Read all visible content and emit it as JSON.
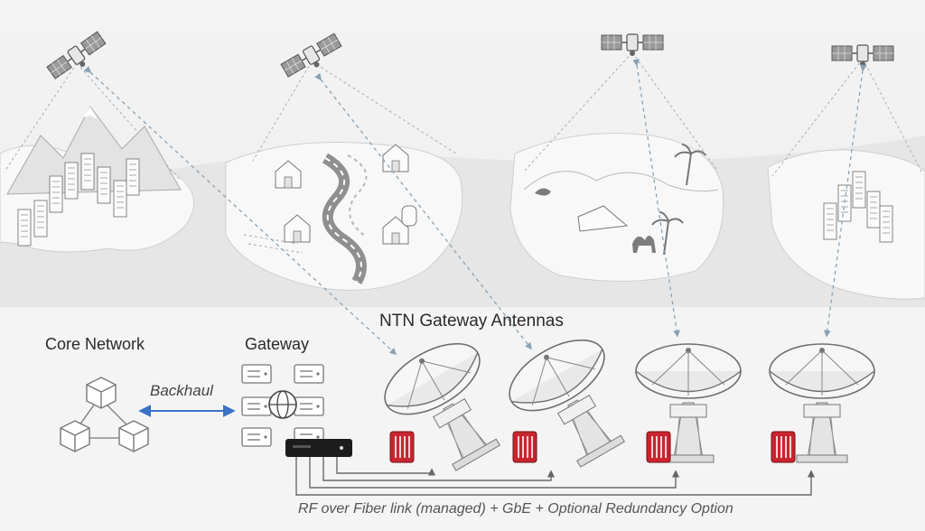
{
  "labels": {
    "core_network": "Core Network",
    "gateway": "Gateway",
    "ntn_gateway_antennas": "NTN Gateway Antennas",
    "backhaul": "Backhaul",
    "rf_link": "RF over Fiber link (managed) + GbE + Optional Redundancy Option"
  },
  "colors": {
    "background_top": "#f1f1f1",
    "ground": "#e9e9e9",
    "line_art": "#7c7c7c",
    "beam_dash": "#8aa2b4",
    "backhaul_arrow": "#3a72c4",
    "rf_unit": "#c9252f",
    "gateway_box": "#1c1c1c"
  },
  "icons": [
    "satellite-icon",
    "city-icon",
    "village-icon",
    "desert-icon",
    "cube-network-icon",
    "server-icon",
    "globe-icon",
    "dish-antenna-icon",
    "rf-unit-icon"
  ]
}
